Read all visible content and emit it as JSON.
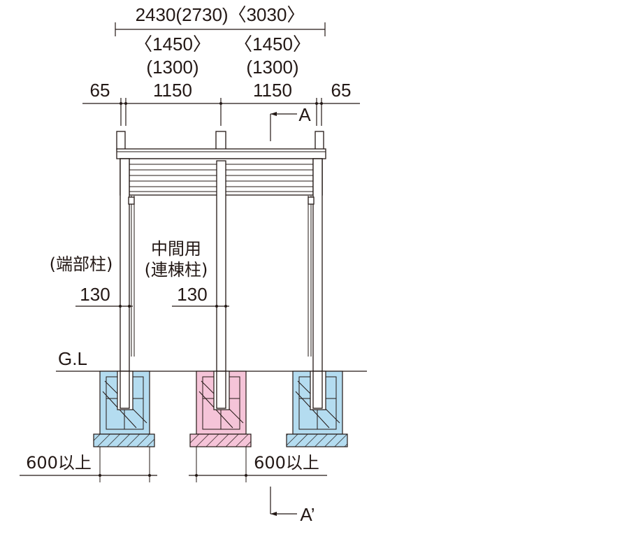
{
  "dimensions": {
    "total": "2430〈(2730)〈〈〈",
    "total_text": "2430(2730)〈3030〉",
    "bay_alt_large": "〈1450〉",
    "bay_alt_mid": "(1300)",
    "bay_std": "1150",
    "overhang": "65",
    "post_width": "130",
    "footing_width": "600以上"
  },
  "labels": {
    "end_post": "(端部柱)",
    "mid_post_1": "中間用",
    "mid_post_2": "(連棟柱)",
    "ground_level": "G.L",
    "section_a": "A",
    "section_a_prime": "A’"
  },
  "colors": {
    "end_footing": "#b4dcf0",
    "mid_footing": "#f5c4d8",
    "line": "#231815"
  }
}
